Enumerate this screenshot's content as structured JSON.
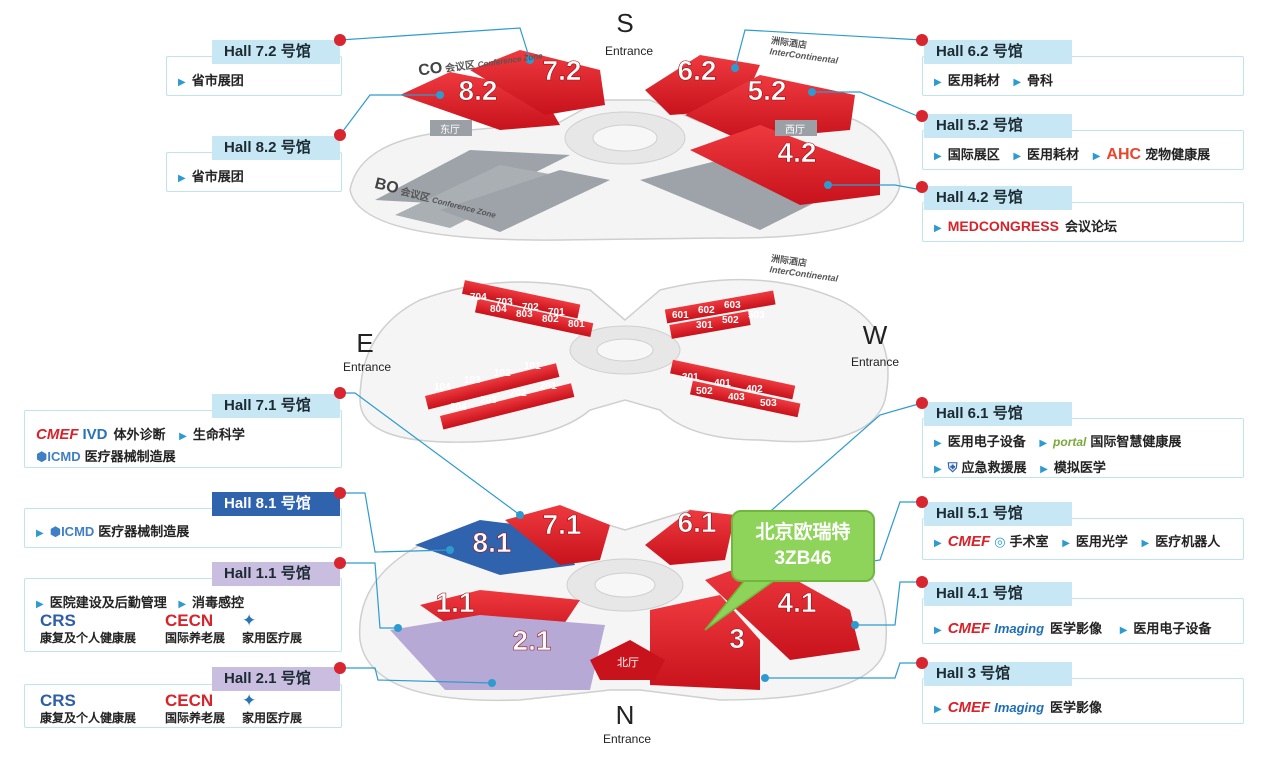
{
  "entrances": {
    "south": {
      "letter": "S",
      "label": "Entrance"
    },
    "east": {
      "letter": "E",
      "label": "Entrance"
    },
    "west": {
      "letter": "W",
      "label": "Entrance"
    },
    "north": {
      "letter": "N",
      "label": "Entrance"
    }
  },
  "top_level": {
    "halls": [
      "8.2",
      "7.2",
      "6.2",
      "5.2",
      "4.2"
    ],
    "conference_co": {
      "code": "CO",
      "cn": "会议区",
      "en": "Conference Zone"
    },
    "conference_bo": {
      "code": "BO",
      "cn": "会议区",
      "en": "Conference Zone"
    },
    "hotel": {
      "cn": "洲际酒店",
      "en": "InterContinental"
    },
    "east_hall_label": "东厅",
    "west_hall_label": "西厅"
  },
  "middle_level": {
    "hotel": {
      "cn": "洲际酒店",
      "en": "InterContinental"
    },
    "rooms_upper_left": [
      "804",
      "803",
      "802",
      "801",
      "704",
      "703",
      "702",
      "701"
    ],
    "rooms_upper_right": [
      "601",
      "602",
      "603",
      "301",
      "502",
      "503"
    ],
    "rooms_lower_left": [
      "104",
      "103",
      "102",
      "101",
      "204",
      "203",
      "202",
      "201"
    ],
    "rooms_lower_right": [
      "301",
      "401",
      "402",
      "502",
      "403",
      "503"
    ]
  },
  "bottom_level": {
    "halls": [
      "8.1",
      "7.1",
      "6.1",
      "1.1",
      "2.1",
      "4.1",
      "3"
    ],
    "north_hall_label": "北厅"
  },
  "callout": {
    "line1": "北京欧瑞特",
    "line2": "3ZB46",
    "color": "#8ed45a"
  },
  "cards": {
    "h72": {
      "title": "Hall 7.2 号馆",
      "items": [
        "省市展团"
      ]
    },
    "h82": {
      "title": "Hall 8.2 号馆",
      "items": [
        "省市展团"
      ]
    },
    "h62": {
      "title": "Hall 6.2 号馆",
      "items": [
        "医用耗材",
        "骨科"
      ]
    },
    "h52": {
      "title": "Hall 5.2 号馆",
      "items": [
        "国际展区",
        "医用耗材"
      ],
      "logo": "AHC",
      "logo_text": "宠物健康展"
    },
    "h42": {
      "title": "Hall 4.2 号馆",
      "logo": "MEDCONGRESS",
      "logo_text": "会议论坛"
    },
    "h71": {
      "title": "Hall 7.1 号馆",
      "logo_cmef": "CMEF",
      "logo_ivd": "IVD",
      "ivd_text": "体外诊断",
      "item": "生命科学",
      "logo_icmd": "ICMD",
      "icmd_text": "医疗器械制造展"
    },
    "h81": {
      "title": "Hall 8.1 号馆",
      "logo_icmd": "ICMD",
      "icmd_text": "医疗器械制造展"
    },
    "h11": {
      "title": "Hall 1.1 号馆",
      "items": [
        "医院建设及后勤管理",
        "消毒感控"
      ],
      "crs": "CRS",
      "crs_text": "康复及个人健康展",
      "cecn": "CECN",
      "cecn_text": "国际养老展",
      "home_text": "家用医疗展"
    },
    "h21": {
      "title": "Hall 2.1 号馆",
      "crs": "CRS",
      "crs_text": "康复及个人健康展",
      "cecn": "CECN",
      "cecn_text": "国际养老展",
      "home_text": "家用医疗展"
    },
    "h61": {
      "title": "Hall 6.1 号馆",
      "items": [
        "医用电子设备",
        "应急救援展",
        "模拟医学"
      ],
      "portal_text": "国际智慧健康展",
      "portal_logo": "portal"
    },
    "h51": {
      "title": "Hall 5.1 号馆",
      "logo_cmef": "CMEF",
      "logo_text": "手术室",
      "items": [
        "医用光学",
        "医疗机器人"
      ]
    },
    "h41": {
      "title": "Hall 4.1 号馆",
      "logo_cmef": "CMEF",
      "logo_imaging": "Imaging",
      "imaging_text": "医学影像",
      "item": "医用电子设备"
    },
    "h3": {
      "title": "Hall 3 号馆",
      "logo_cmef": "CMEF",
      "logo_imaging": "Imaging",
      "imaging_text": "医学影像"
    }
  },
  "colors": {
    "hall_red": "#d9252f",
    "hall_blue": "#2f63ad",
    "hall_lilac": "#b7a9d6",
    "gray_zone": "#9da3a8",
    "card_border": "#bfe3ef",
    "card_title_bg": "#c6e7f3"
  }
}
